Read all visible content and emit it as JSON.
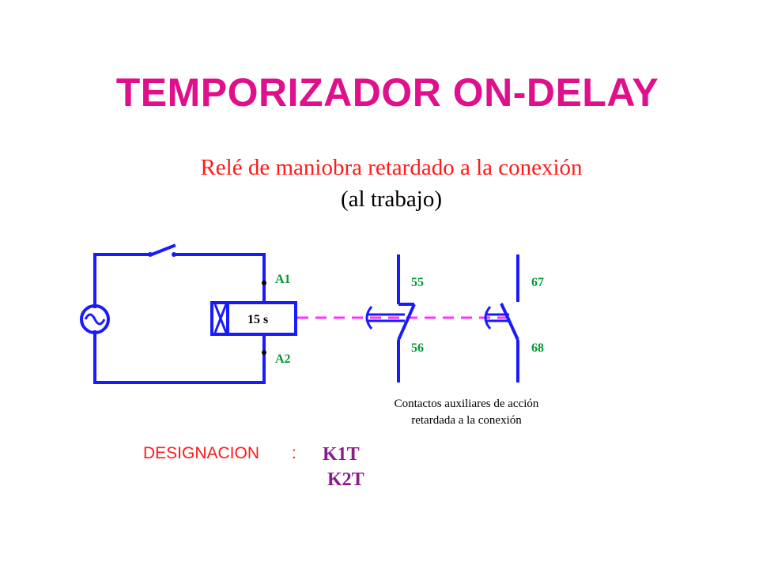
{
  "title": "TEMPORIZADOR ON-DELAY",
  "subtitle_line1": "Relé de maniobra retardado a la conexión",
  "subtitle_line2": "(al trabajo)",
  "timer_label": "15 s",
  "terminals": {
    "a1": "A1",
    "a2": "A2"
  },
  "contacts": [
    {
      "top": "55",
      "bottom": "56"
    },
    {
      "top": "67",
      "bottom": "68"
    }
  ],
  "caption_line1": "Contactos auxiliares de acción",
  "caption_line2": "retardada a la conexión",
  "designation": {
    "label": "DESIGNACION",
    "separator": ":",
    "codes": [
      "K1T",
      "K2T"
    ]
  },
  "colors": {
    "title": "#e0108c",
    "subtitle": "#ff1a1a",
    "wire": "#1a1aff",
    "link": "#ff33ff",
    "labels": "#009933",
    "codes": "#8b1a8b"
  }
}
